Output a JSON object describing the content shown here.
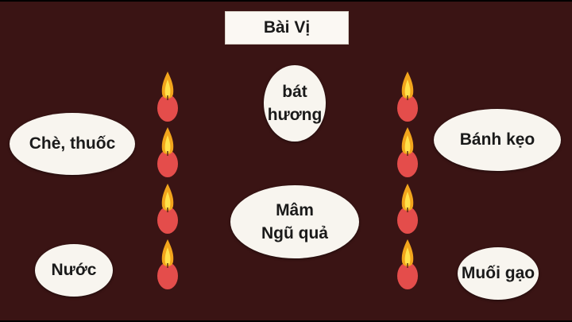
{
  "title": "Bài Vị",
  "center_top": "bát\nhương",
  "center_mid": "Mâm\nNgũ quả",
  "left_top": "Chè, thuốc",
  "left_bottom": "Nước",
  "right_top": "Bánh kẹo",
  "right_bottom": "Muối gạo",
  "colors": {
    "background": "#3a1414",
    "oval_fill": "#f8f5ef",
    "candle_body": "#e44d4b",
    "flame_outer": "#f2a51c",
    "flame_inner": "#ffe14a"
  },
  "candles": {
    "left_column": 4,
    "right_column": 4
  }
}
